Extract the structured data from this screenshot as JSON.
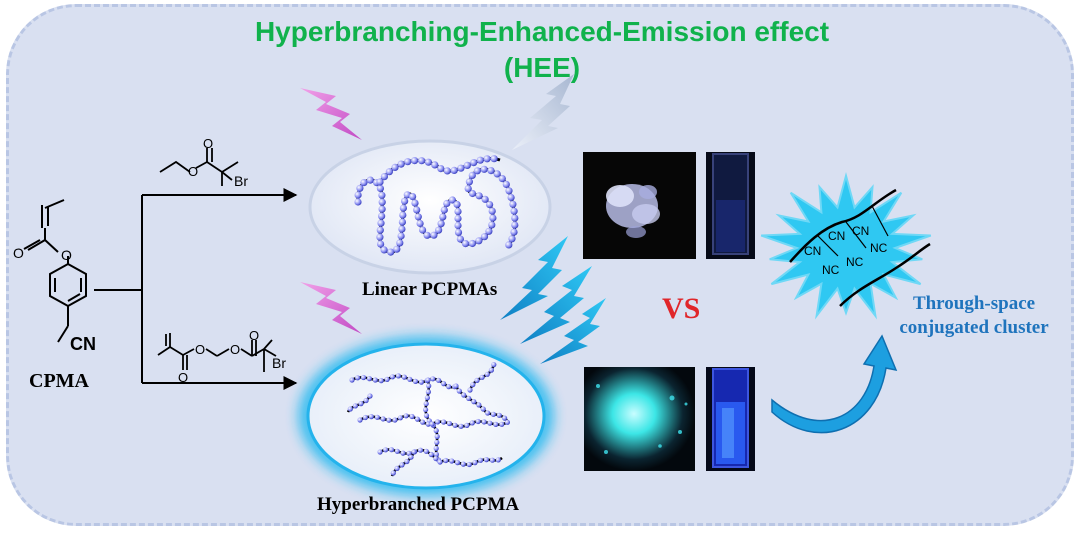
{
  "title": {
    "line1": "Hyperbranching-Enhanced-Emission effect",
    "line2": "(HEE)"
  },
  "monomer": {
    "label": "CPMA",
    "cn": "CN",
    "oxygen": "O",
    "bromine": "Br"
  },
  "polymers": {
    "linear_label": "Linear PCPMAs",
    "hyperbranched_label": "Hyperbranched PCPMA"
  },
  "comparison": "VS",
  "cluster": {
    "line1": "Through-space",
    "line2": "conjugated cluster",
    "groups": [
      "CN",
      "CN",
      "CN",
      "NC",
      "NC",
      "NC"
    ]
  },
  "colors": {
    "title": "#10b24c",
    "vs": "#e0262a",
    "cluster_text": "#1f74bd",
    "glow": "#18b8ee",
    "bead": "#5a5ee0"
  }
}
